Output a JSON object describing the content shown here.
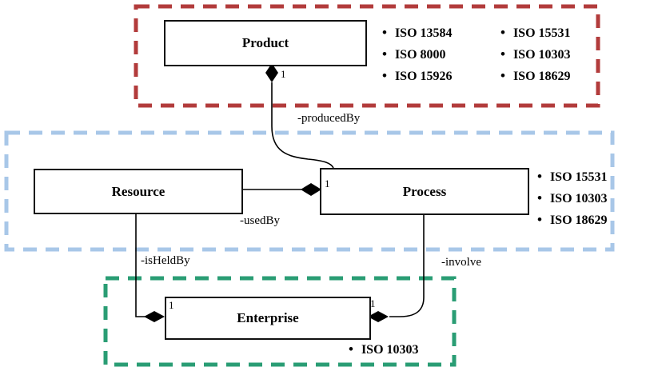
{
  "entities": {
    "product": {
      "label": "Product"
    },
    "resource": {
      "label": "Resource"
    },
    "process": {
      "label": "Process"
    },
    "enterprise": {
      "label": "Enterprise"
    }
  },
  "relationships": {
    "producedBy": {
      "label": "-producedBy",
      "multiplicity": "1"
    },
    "usedBy": {
      "label": "-usedBy",
      "multiplicity": "1"
    },
    "isHeldBy": {
      "label": "-isHeldBy",
      "multiplicity": "1"
    },
    "involve": {
      "label": "-involve",
      "multiplicity": "1"
    }
  },
  "standards": {
    "product_col1": [
      "ISO 13584",
      "ISO 8000",
      "ISO 15926"
    ],
    "product_col2": [
      "ISO 15531",
      "ISO 10303",
      "ISO 18629"
    ],
    "process": [
      "ISO 15531",
      "ISO 10303",
      "ISO 18629"
    ],
    "enterprise": [
      "ISO 10303"
    ]
  },
  "colors": {
    "product_group": "#b23b3b",
    "process_group": "#a8c7e8",
    "enterprise_group": "#2a9d74",
    "line": "#000000"
  }
}
